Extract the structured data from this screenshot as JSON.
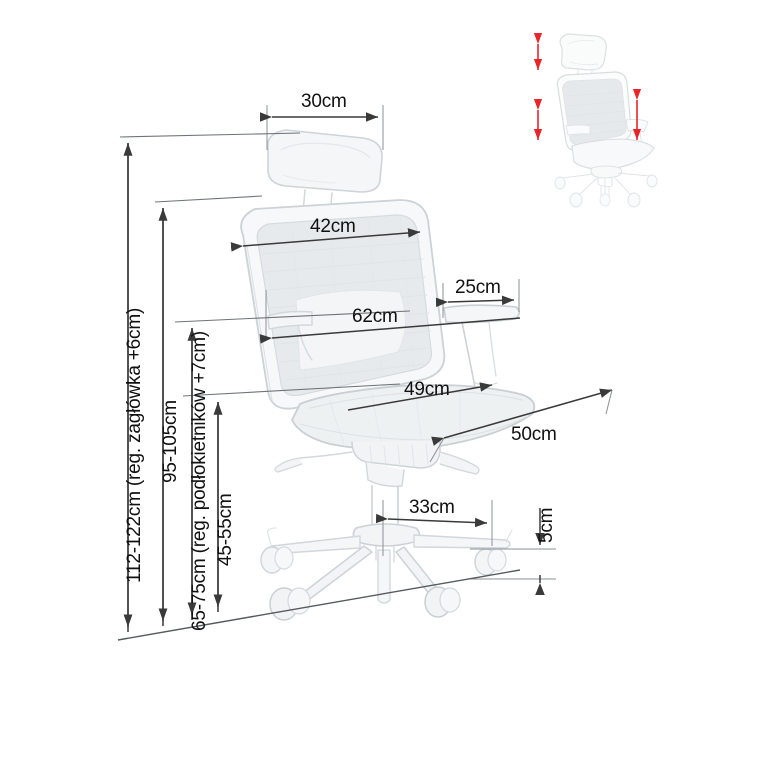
{
  "drawing": {
    "title": "Office chair technical dimension drawing",
    "units": "cm",
    "colors": {
      "outline": "#d9dde0",
      "outline_dark": "#c2c8cc",
      "mesh": "#e2e5e8",
      "dimension_line": "#3a3a3a",
      "text": "#111111",
      "thumbnail_arrow": "#e8262a",
      "background": "#ffffff"
    }
  },
  "dimensions": {
    "headrest_width": "30cm",
    "backrest_width": "42cm",
    "overall_width": "62cm",
    "armrest_width": "25cm",
    "seat_width": "49cm",
    "seat_depth": "50cm",
    "base_radius": "33cm",
    "caster_height": "5cm",
    "total_height": "112-122cm (reg. zagłówka +6cm)",
    "back_height": "95-105cm",
    "armrest_height": "65-75cm (reg. podłokietników +7cm)",
    "seat_height": "45-55cm"
  },
  "thumbnail": {
    "label": "adjustable-chair-thumbnail",
    "arrows": [
      "headrest-adjust",
      "seat-height-adjust",
      "armrest-adjust"
    ]
  }
}
